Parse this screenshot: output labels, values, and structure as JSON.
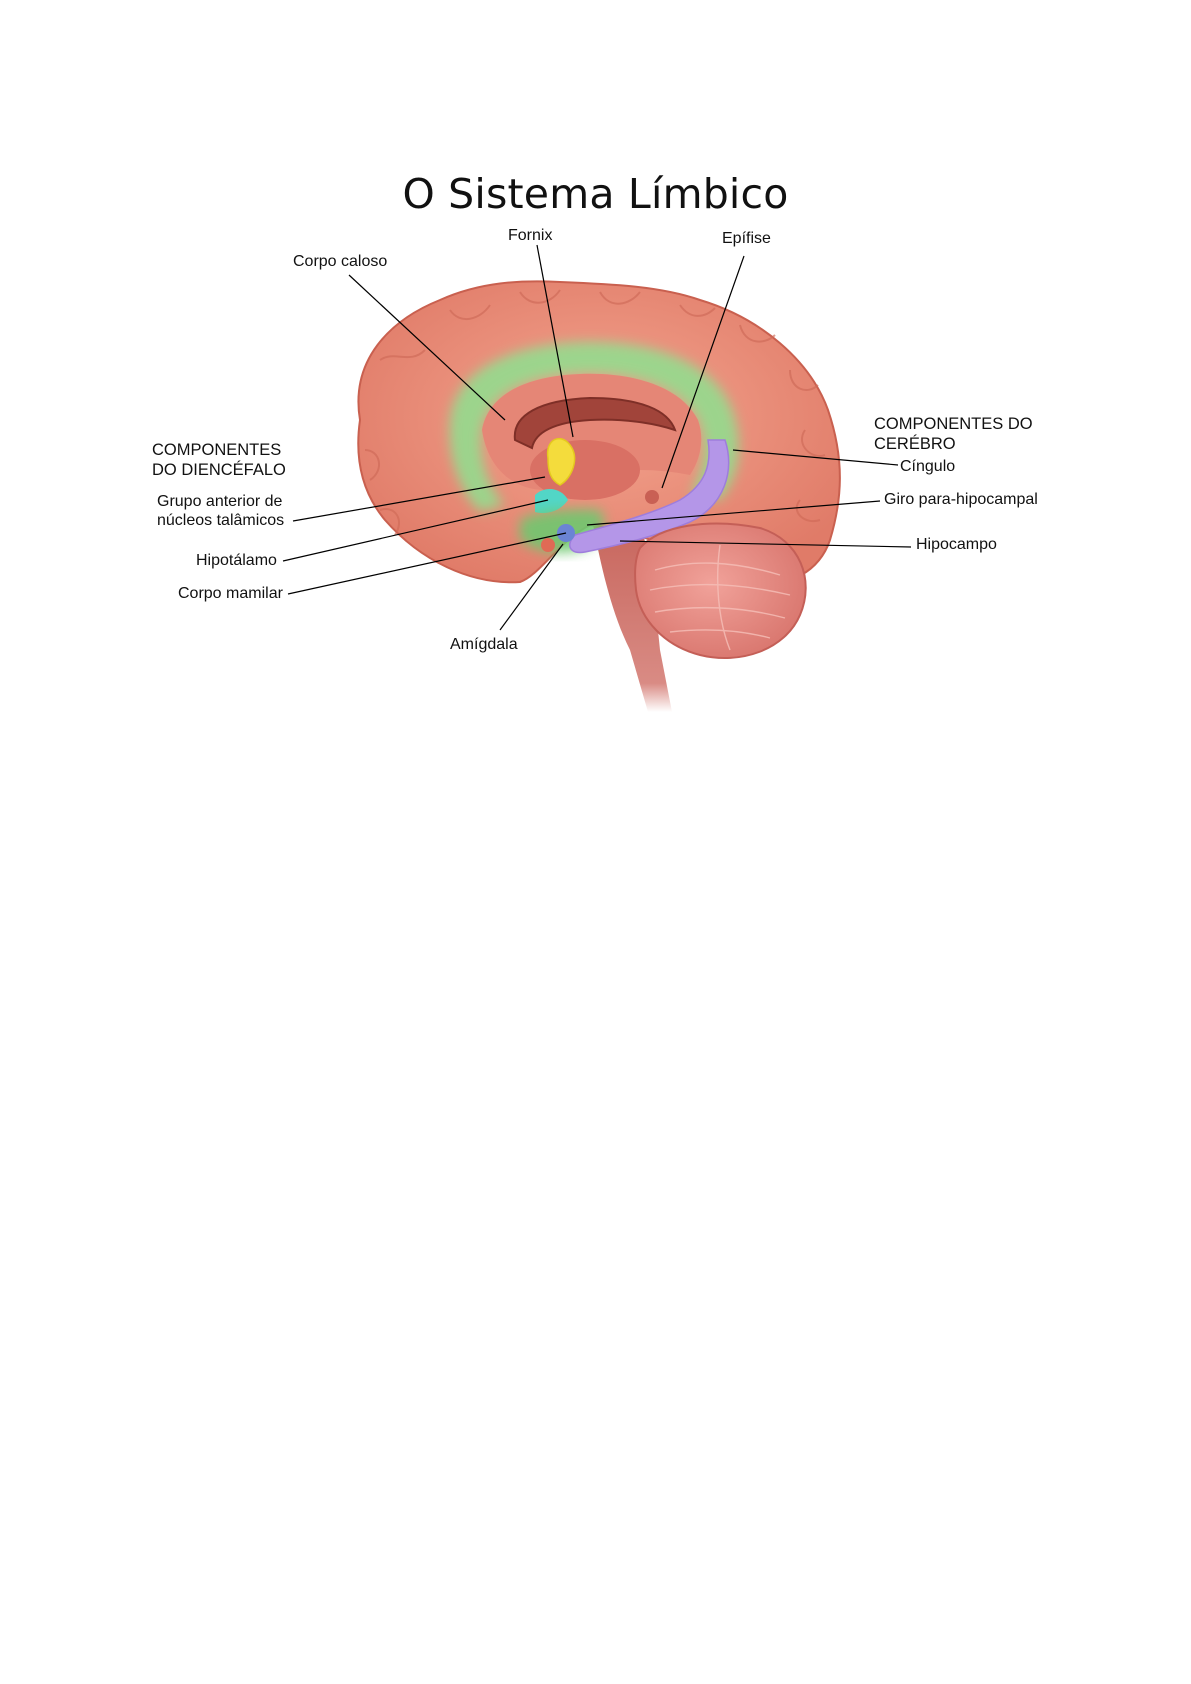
{
  "title": "O Sistema Límbico",
  "groups": {
    "diencephalon": [
      "COMPONENTES",
      "DO DIENCÉFALO"
    ],
    "brain": [
      "COMPONENTES DO",
      "CERÉBRO"
    ]
  },
  "labels": {
    "corpo_caloso": "Corpo caloso",
    "fornix": "Fornix",
    "epifise": "Epífise",
    "grupo_anterior": [
      "Grupo anterior de",
      "núcleos talâmicos"
    ],
    "hipotalamo": "Hipotálamo",
    "corpo_mamilar": "Corpo mamilar",
    "amigdala": "Amígdala",
    "cingulo": "Cíngulo",
    "giro_para_hipocampal": "Giro para-hipocampal",
    "hipocampo": "Hipocampo"
  },
  "colors": {
    "cortex": "#e98a76",
    "cingulate": "#8fe08f",
    "hippocampus": "#b496e8",
    "thalamic": "#f4dc3c",
    "hypothalamus": "#52d6c6",
    "cerebellum": "#e3877f"
  }
}
